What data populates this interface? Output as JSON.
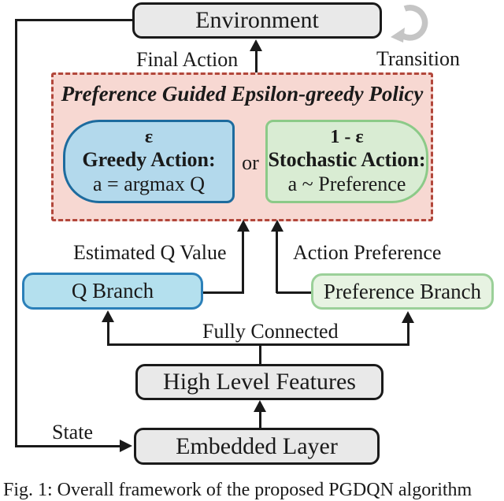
{
  "diagram": {
    "environment_label": "Environment",
    "transition_label": "Transition",
    "final_action_label": "Final Action",
    "policy": {
      "title": "Preference Guided Epsilon-greedy Policy",
      "or_label": "or",
      "greedy": {
        "probability": "ε",
        "heading": "Greedy Action:",
        "formula": "a = argmax Q"
      },
      "stochastic": {
        "probability": "1 - ε",
        "heading": "Stochastic Action:",
        "formula": "a ~ Preference"
      }
    },
    "estimated_q_label": "Estimated Q Value",
    "action_preference_label": "Action Preference",
    "q_branch_label": "Q Branch",
    "preference_branch_label": "Preference Branch",
    "fully_connected_label": "Fully Connected",
    "high_level_features_label": "High Level Features",
    "embedded_layer_label": "Embedded Layer",
    "state_label": "State",
    "caption": "Fig. 1: Overall framework of the proposed PGDQN algorithm"
  },
  "colors": {
    "policy_background": "#f7d8d2",
    "policy_dashed_border": "#b2473b",
    "greedy_fill": "#b3d9ec",
    "greedy_border": "#1d6b9e",
    "stochastic_fill": "#d9ecd3",
    "stochastic_border": "#8cca88",
    "q_branch_fill": "#b4e0ee",
    "q_branch_border": "#2b80b9",
    "preference_branch_fill": "#e7f3e2",
    "preference_branch_border": "#9bd099",
    "gray_box_fill": "#e9e9e9",
    "line_color": "#1a1a1a",
    "transition_icon_gray": "#c5c5c5"
  }
}
